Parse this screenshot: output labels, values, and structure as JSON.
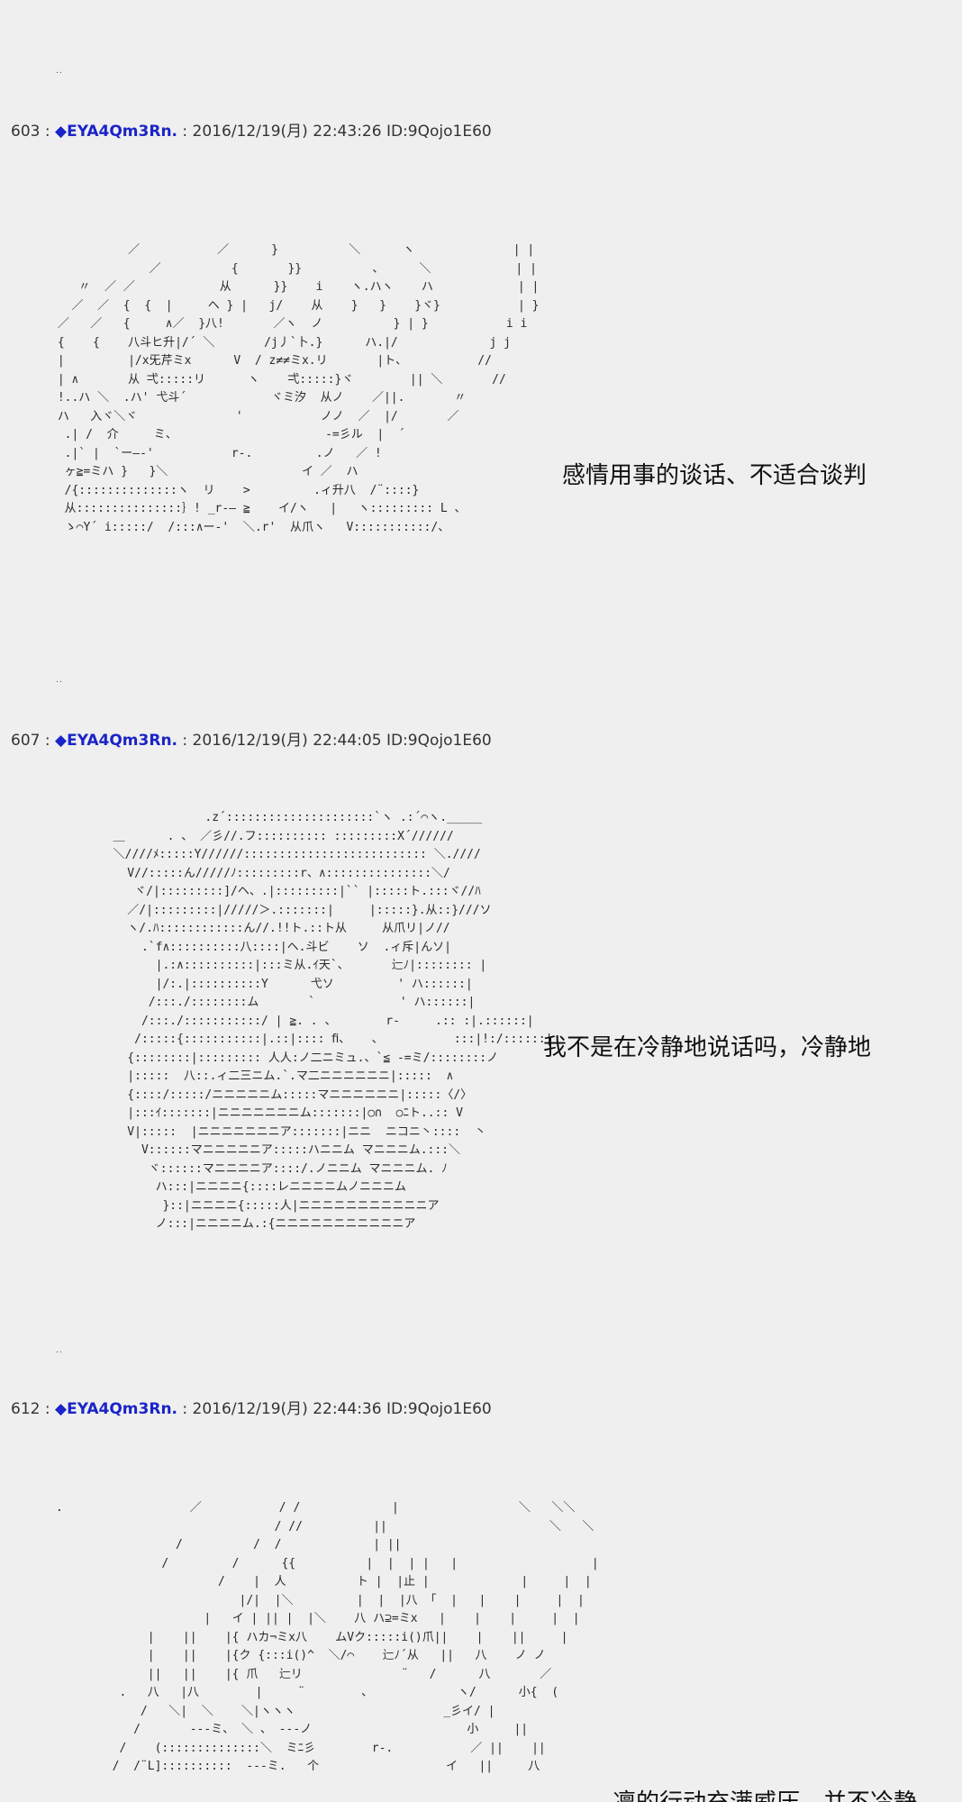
{
  "posts": [
    {
      "dots": "..",
      "number": "603",
      "separator": " : ",
      "diamond": "◆",
      "name": "EYA4Qm3Rn.",
      "meta": " : 2016/12/19(月) 22:43:26 ID:9Qojo1E60",
      "caption": "感情用事的谈话、不适合谈判"
    },
    {
      "dots": "..",
      "number": "607",
      "separator": " : ",
      "diamond": "◆",
      "name": "EYA4Qm3Rn.",
      "meta": " : 2016/12/19(月) 22:44:05 ID:9Qojo1E60",
      "caption": "我不是在冷静地说话吗，冷静地"
    },
    {
      "dots": "..",
      "number": "612",
      "separator": " : ",
      "diamond": "◆",
      "name": "EYA4Qm3Rn.",
      "meta": " : 2016/12/19(月) 22:44:36 ID:9Qojo1E60",
      "caption": "凛的行动充满威压，并不冷静"
    }
  ]
}
